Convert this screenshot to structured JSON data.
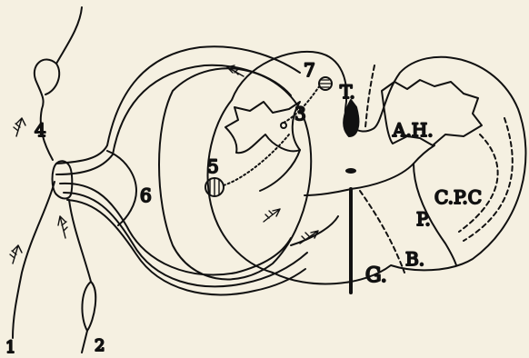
{
  "labels": {
    "n1": "1",
    "n2": "2",
    "n3": "3",
    "n4": "4",
    "n5": "5",
    "n6": "6",
    "n7": "7",
    "t": "T.",
    "ah": "A.H.",
    "cpc": "C.P.C",
    "p": "P.",
    "b": "B.",
    "g": "G."
  },
  "colors": {
    "ink": "#111111",
    "paper": "#f5f0e1"
  }
}
